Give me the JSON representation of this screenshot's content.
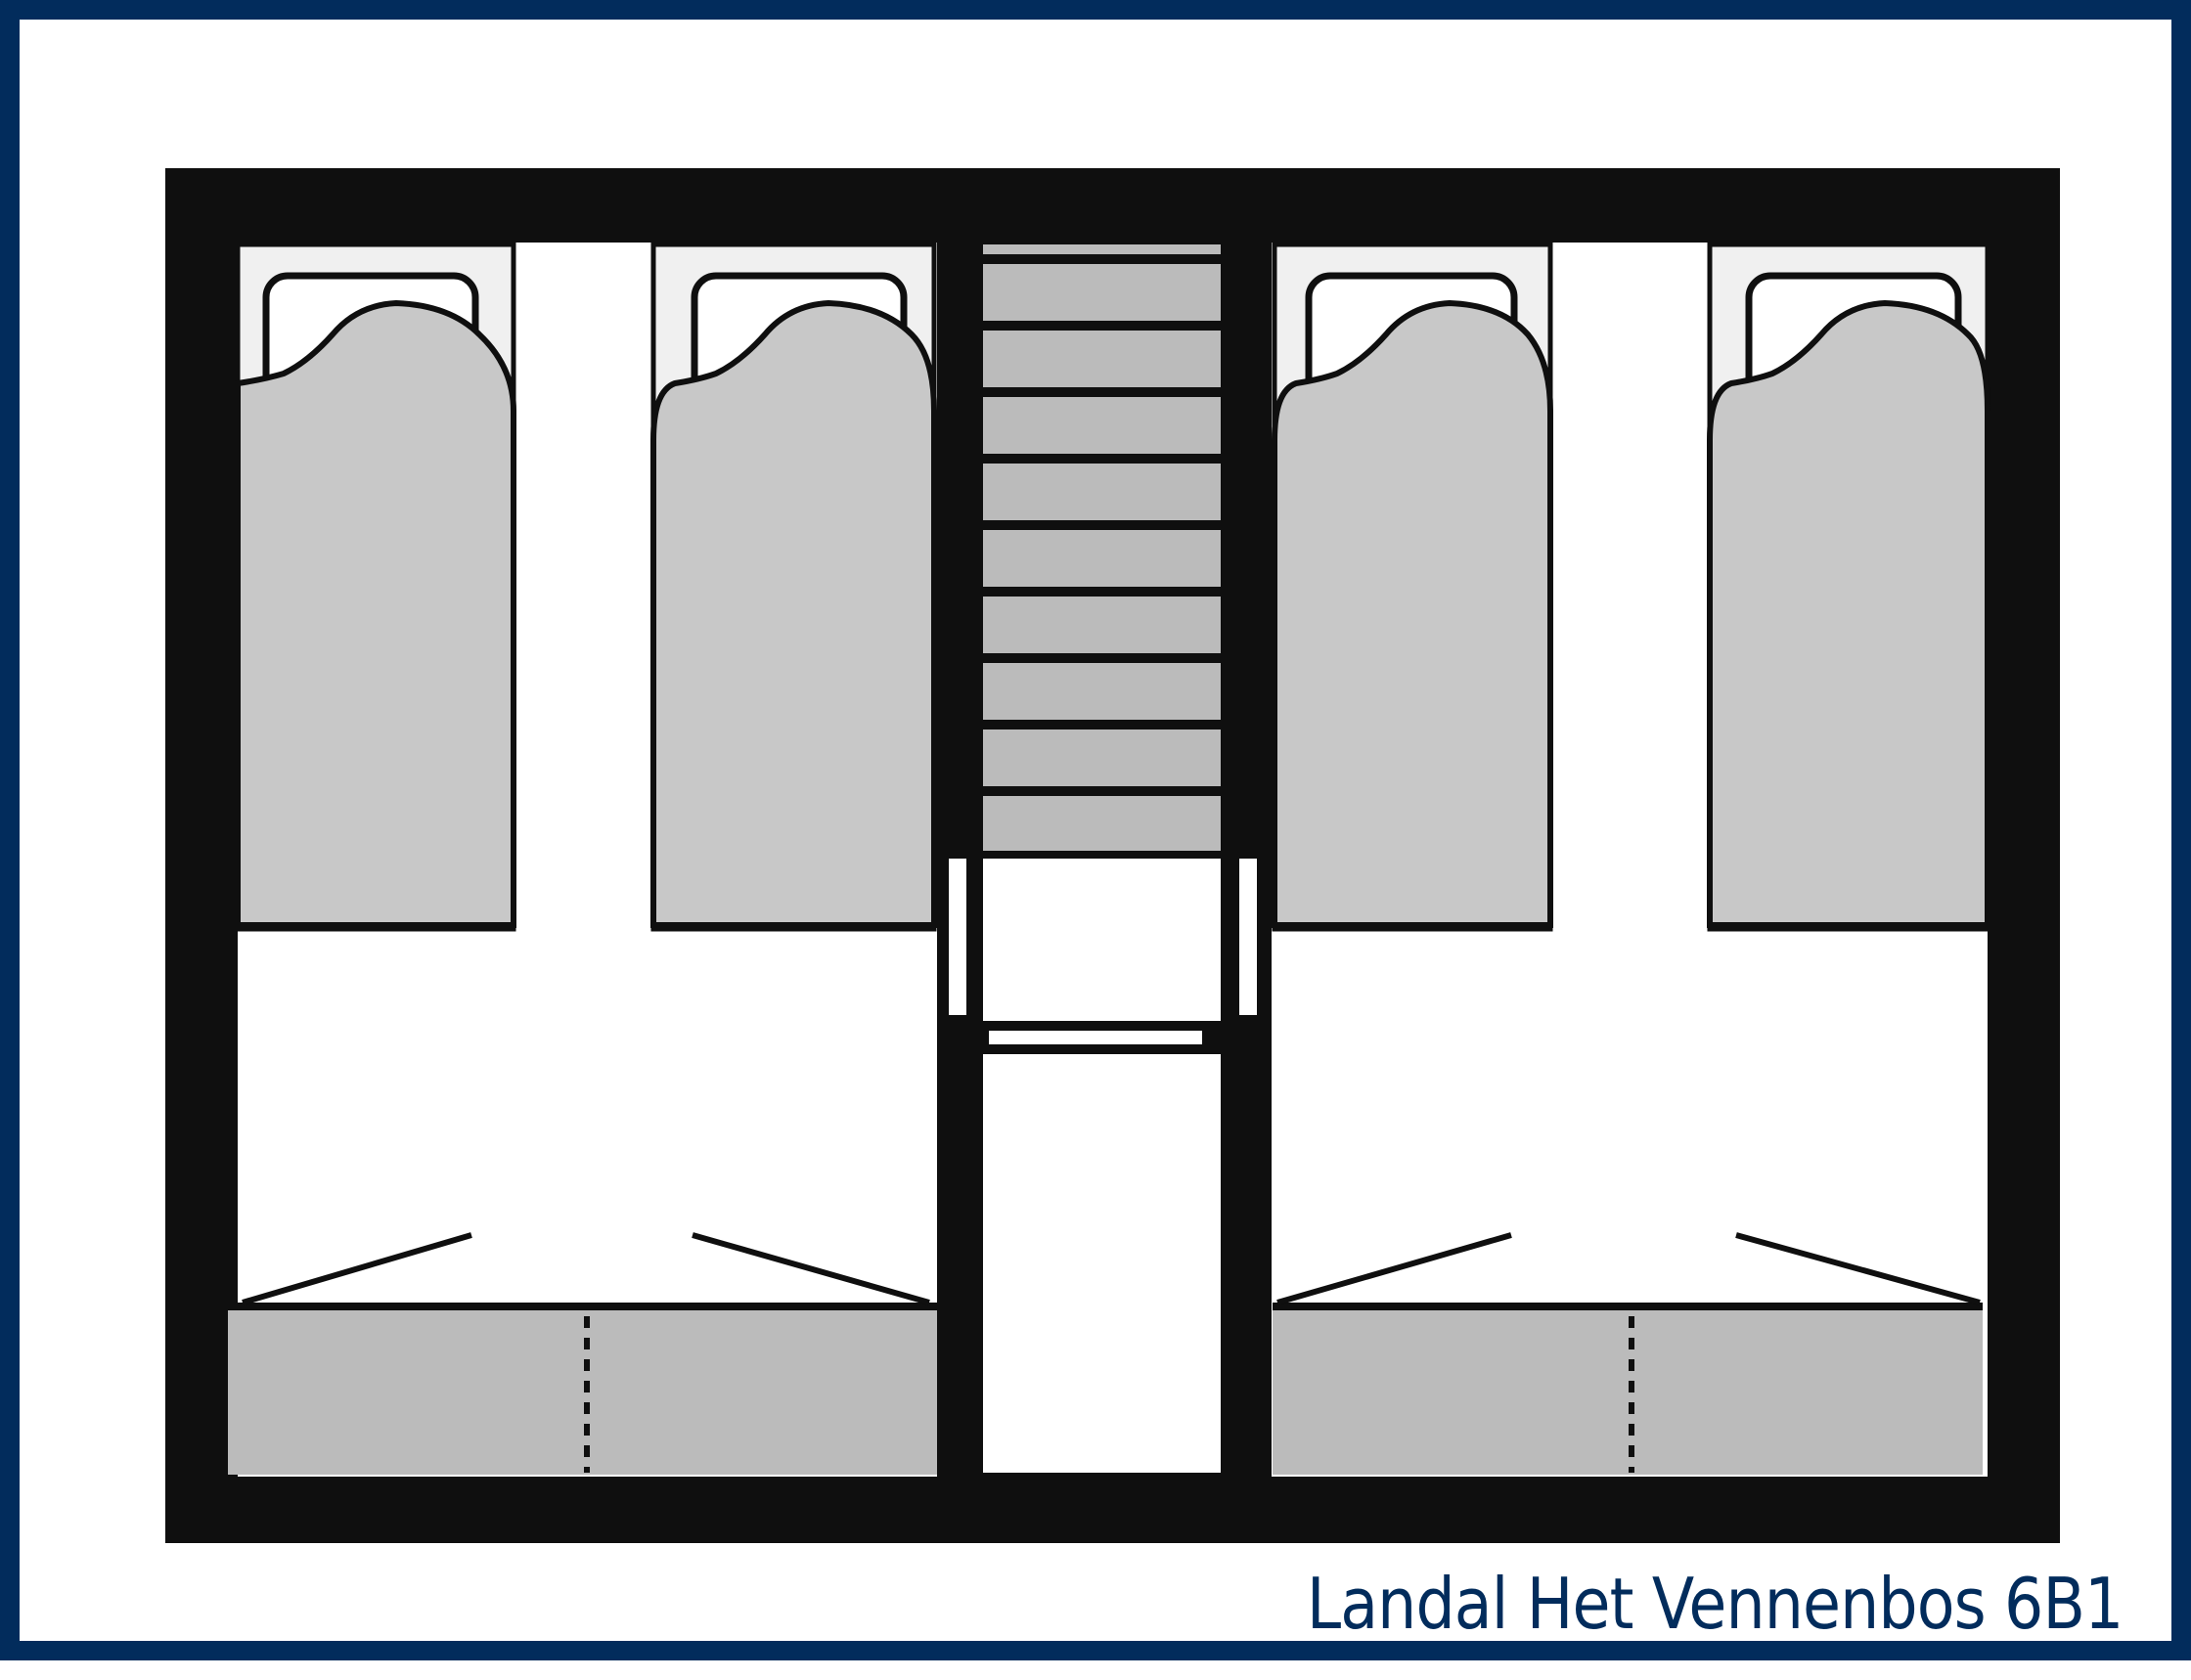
{
  "caption": "Landal Het Vennenbos 6B1",
  "colors": {
    "border": "#022c5c",
    "wall": "#0f0f0f",
    "floor": "#ffffff",
    "bed_cover": "#c8c8c8",
    "bed_head": "#f0f0f0",
    "wardrobe": "#bbbbbb",
    "stair": "#bbbbbb",
    "caption": "#022c5c"
  },
  "plan": {
    "rooms": [
      {
        "name": "left-bedroom",
        "beds": 2,
        "wardrobe": true
      },
      {
        "name": "right-bedroom",
        "beds": 2,
        "wardrobe": true
      }
    ],
    "central_column": {
      "stair_treads": 9,
      "landing": true,
      "door": true,
      "bathroom": true
    }
  }
}
